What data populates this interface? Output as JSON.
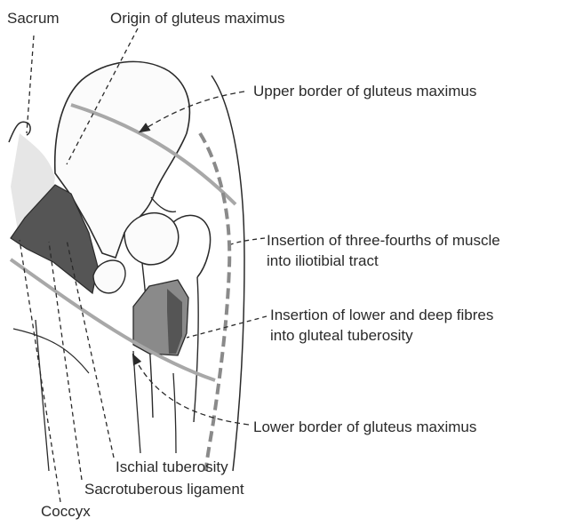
{
  "labels": {
    "sacrum": "Sacrum",
    "origin": "Origin of gluteus maximus",
    "upper_border": "Upper border of gluteus maximus",
    "insertion_iliotibial_1": "Insertion of three-fourths of muscle",
    "insertion_iliotibial_2": "into iliotibial tract",
    "insertion_gluteal_1": "Insertion of lower and deep fibres",
    "insertion_gluteal_2": "into gluteal tuberosity",
    "lower_border": "Lower border of gluteus maximus",
    "ischial_tuberosity": "Ischial tuberosity",
    "sacrotuberous_ligament": "Sacrotuberous ligament",
    "coccyx": "Coccyx"
  },
  "colors": {
    "outline": "#2a2a2a",
    "border_line": "#a8a8a8",
    "origin_fill": "#555555",
    "insertion_fill": "#8a8a8a",
    "stipple": "#cfcfcf"
  }
}
